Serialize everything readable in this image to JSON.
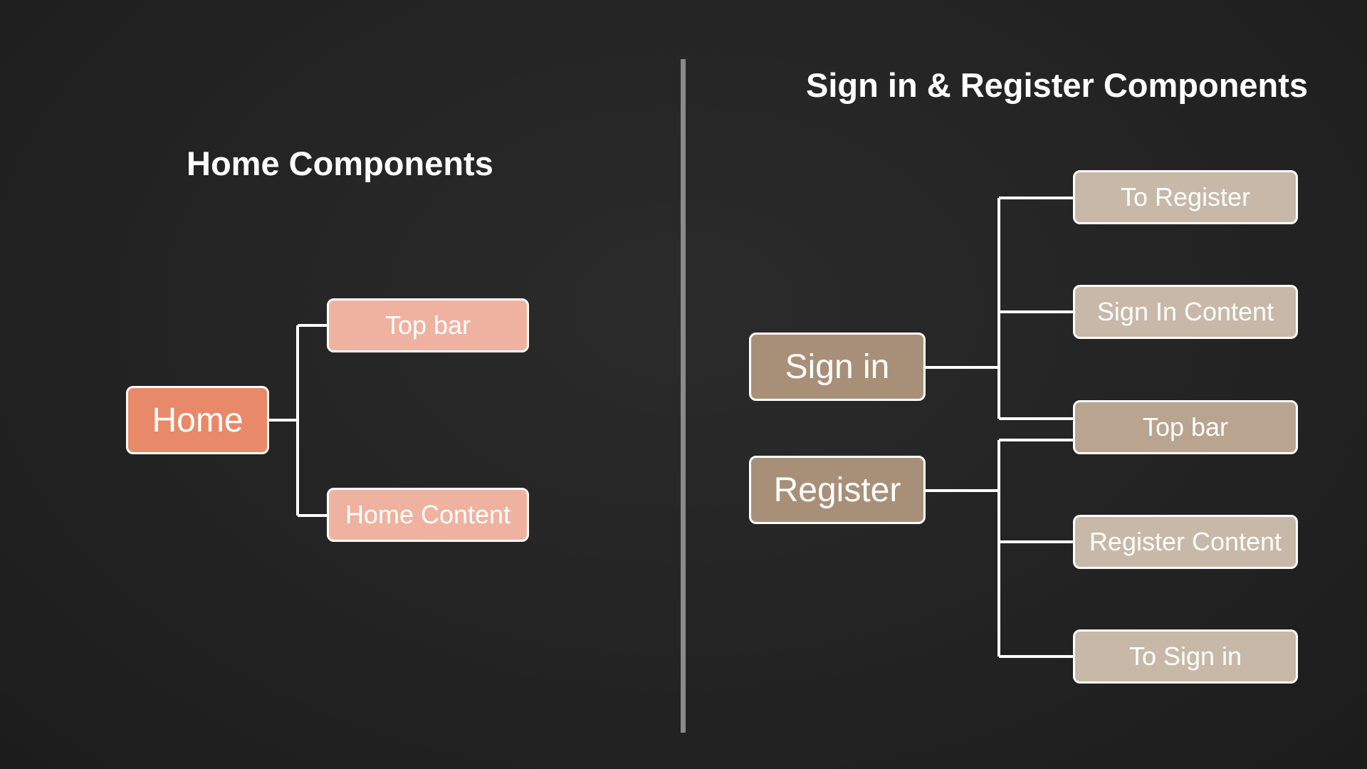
{
  "left_panel": {
    "title": "Home Components",
    "root": {
      "label": "Home",
      "color": "#E8896A"
    },
    "children": [
      {
        "label": "Top bar",
        "color": "#F0B2A0"
      },
      {
        "label": "Home Content",
        "color": "#F0B2A0"
      }
    ]
  },
  "right_panel": {
    "title": "Sign in & Register Components",
    "roots": [
      {
        "label": "Sign in",
        "color": "#A89078"
      },
      {
        "label": "Register",
        "color": "#A89078"
      }
    ],
    "children": [
      {
        "label": "To Register",
        "color": "#C8B8A7"
      },
      {
        "label": "Sign In Content",
        "color": "#C8B8A7"
      },
      {
        "label": "Top bar",
        "color": "#B8A48F"
      },
      {
        "label": "Register Content",
        "color": "#C8B8A7"
      },
      {
        "label": "To Sign in",
        "color": "#C8B8A7"
      }
    ]
  }
}
